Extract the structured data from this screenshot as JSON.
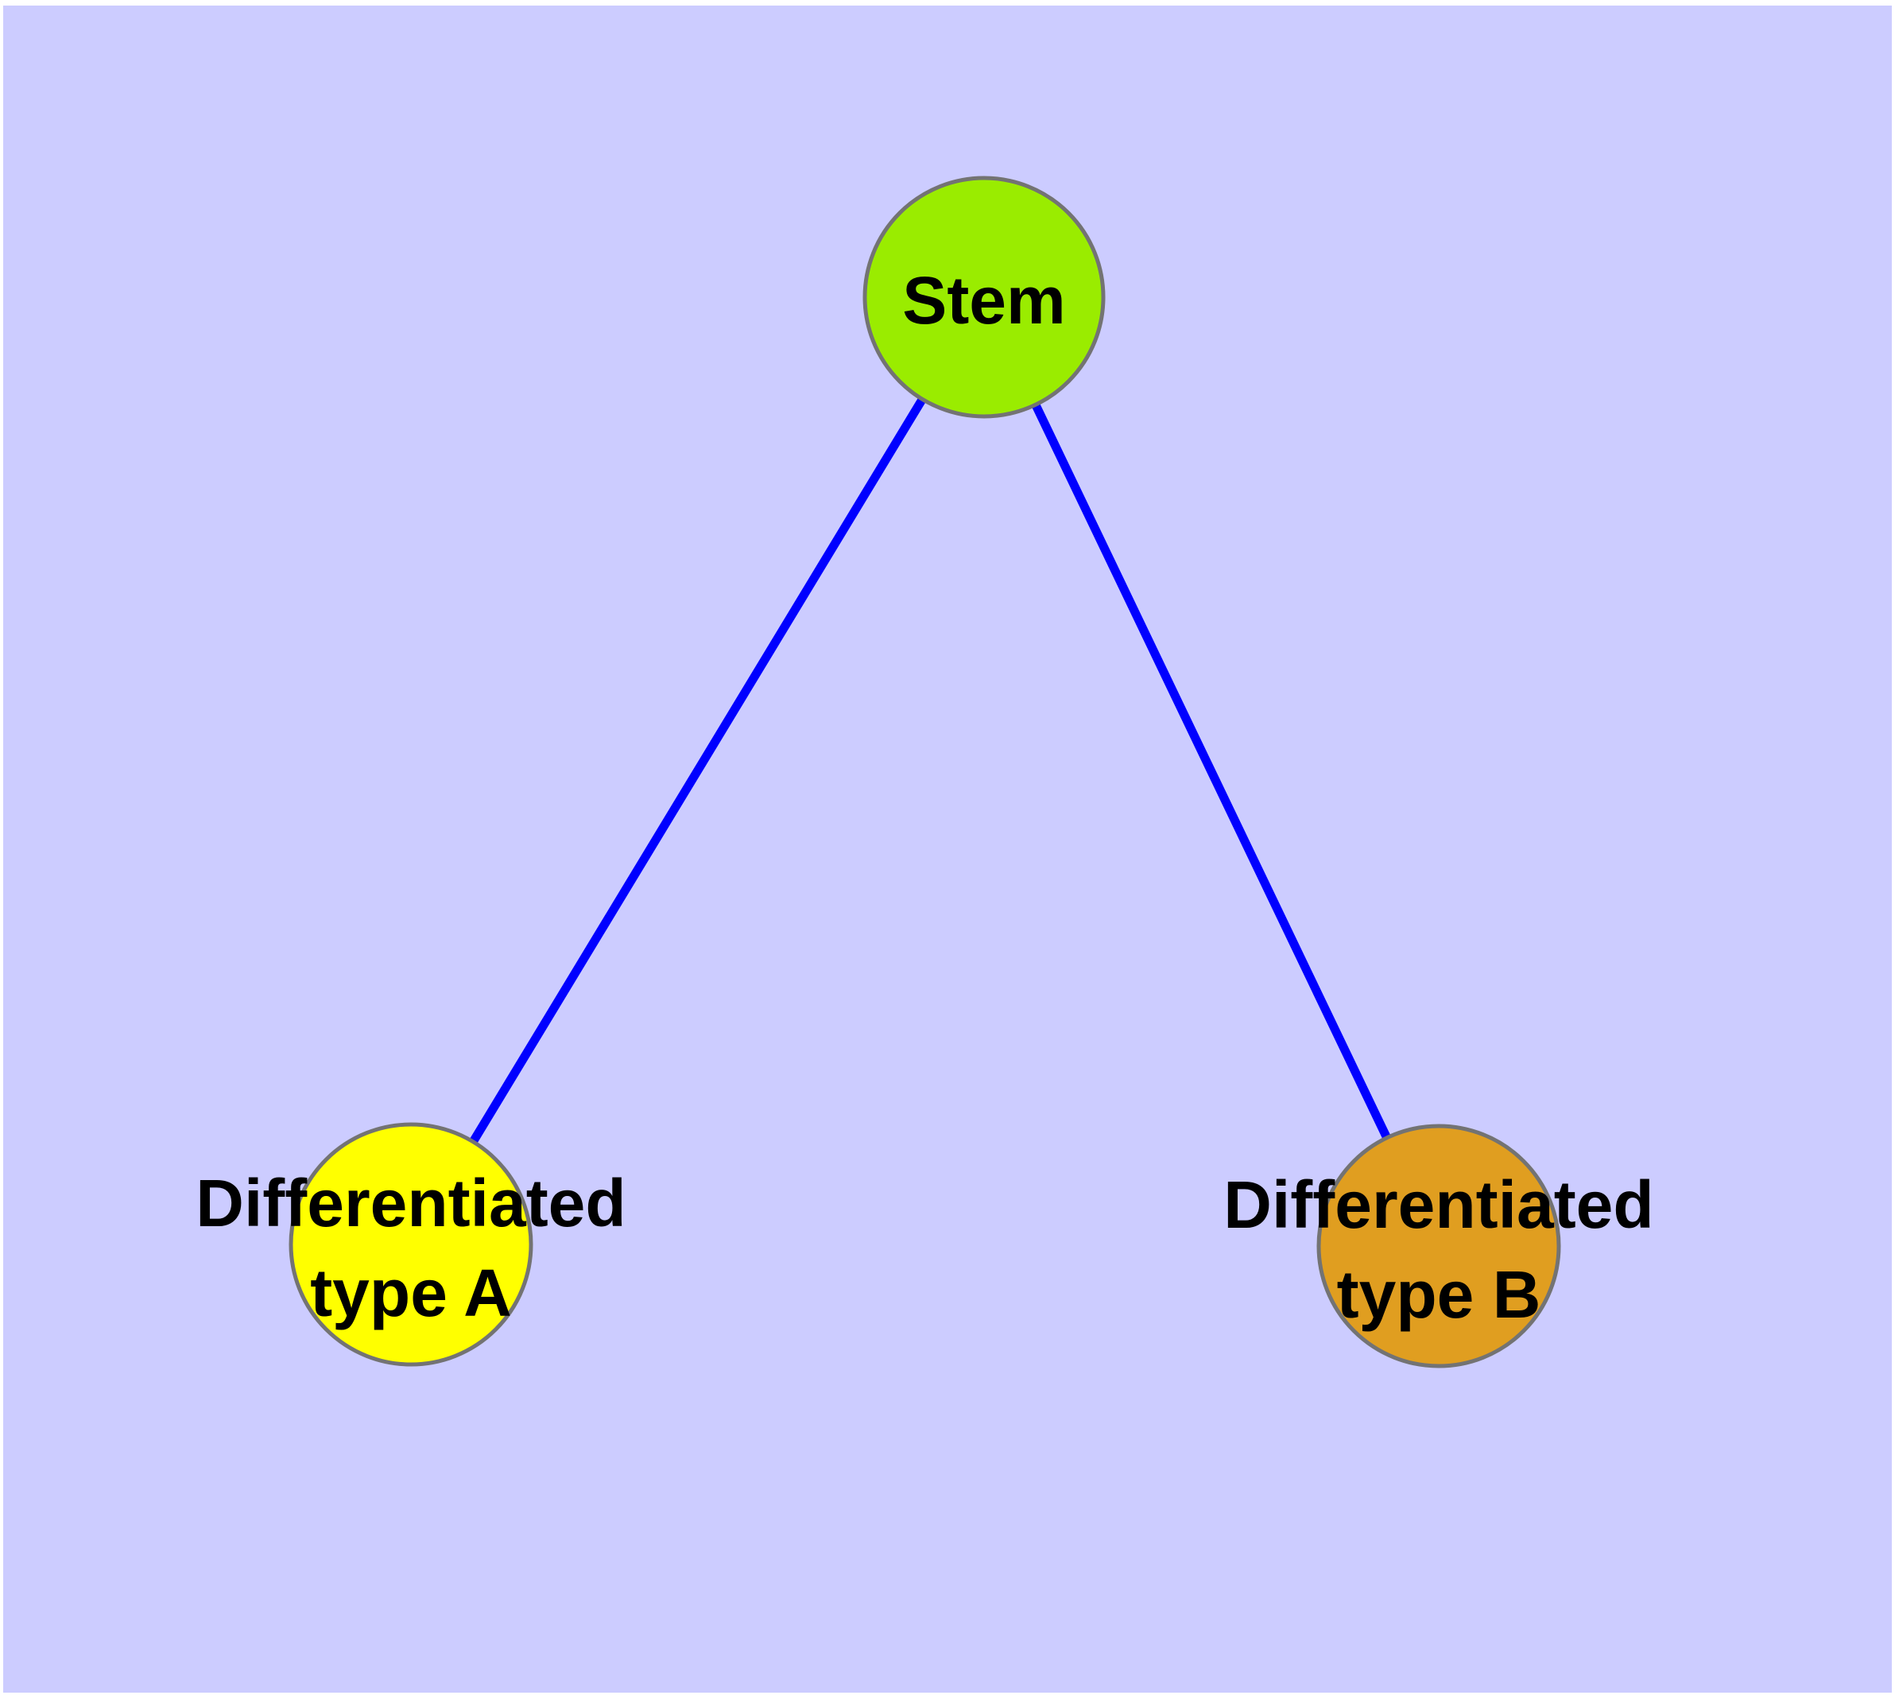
{
  "diagram": {
    "background_color": "#ccccff",
    "margin_color": "#ffffff",
    "edge_color": "#0000ff",
    "node_border_color": "#737373",
    "text_color": "#000000",
    "nodes": {
      "stem": {
        "label": "Stem",
        "fill_color": "#9aec00"
      },
      "type_a": {
        "label_line1": "Differentiated",
        "label_line2": "type A",
        "fill_color": "#ffff00"
      },
      "type_b": {
        "label_line1": "Differentiated",
        "label_line2": "type B",
        "fill_color": "#e09e20"
      }
    },
    "edges": [
      {
        "from": "Stem",
        "to": "Differentiated type A"
      },
      {
        "from": "Stem",
        "to": "Differentiated type B"
      }
    ]
  }
}
